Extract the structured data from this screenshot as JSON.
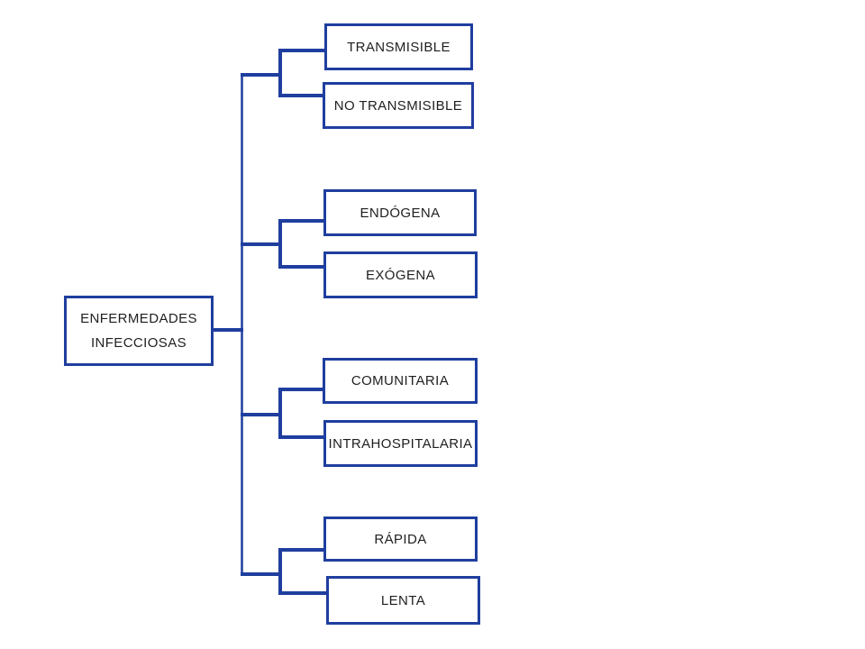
{
  "diagram": {
    "root": {
      "label": "ENFERMEDADES\nINFECCIOSAS"
    },
    "branches": [
      {
        "items": [
          "TRANSMISIBLE",
          "NO TRANSMISIBLE"
        ]
      },
      {
        "items": [
          "ENDÓGENA",
          "EXÓGENA"
        ]
      },
      {
        "items": [
          "COMUNITARIA",
          "INTRAHOSPITALARIA"
        ]
      },
      {
        "items": [
          "RÁPIDA",
          "LENTA"
        ]
      }
    ],
    "colors": {
      "line": "#1f3e9e",
      "text": "#1f1f1f",
      "background": "#ffffff"
    }
  }
}
